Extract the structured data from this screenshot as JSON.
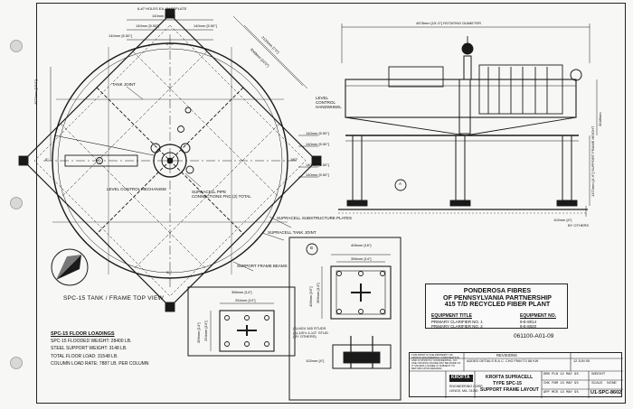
{
  "drawing": {
    "top_view_title": "SPC-15  TANK / FRAME TOP VIEW",
    "top_callouts": {
      "holes": "6-#7 HOLES EA. BASEPLATE",
      "dim_140_a": "140mm [5.50\"]",
      "dim_140_b": "140mm [5.50\"]",
      "dim_140_c": "140mm [5.50\"]",
      "dim_140_d": "140mm [5.50\"]",
      "dim_3048": "3048mm [10'0\"]",
      "dim_2134": "2134mm [7'0\"]",
      "dim_4572": "4572mm [15'0\"]",
      "angle_0": "0°",
      "angle_90": "90°",
      "angle_180": "180°",
      "angle_270": "270°",
      "tank_joint": "TANK JOINT",
      "level_control_mech": "LEVEL CONTROL MECHANISM",
      "pipe_connections": "SUPRACELL PIPE CONNECTIONS FNC (2) TOTAL",
      "substructure": "SUPRACELL SUBSTRUCTURE PLATES",
      "tank_joint_2": "SUPRACELL TANK JOINT",
      "frame_beams": "SUPPORT FRAME BEAMS"
    },
    "elevation_callouts": {
      "rotating_diameter": "4578mm [15'-0\"] ROTATING DIAMETER",
      "level_control": "LEVEL CONTROL HANDWHEEL",
      "dim_3048_v": "3048mm",
      "dim_1372": "1372mm [4'-6\"] SUPPORT FRAME HEIGHT",
      "dim_102": "102mm [4\"]",
      "by_others": "BY OTHERS",
      "dims_right": [
        "140mm [5.50\"]",
        "140mm [5.50\"]",
        "140mm [5.50\"]",
        "140mm [5.50\"]"
      ]
    },
    "detail_callouts": {
      "w1": "356mm [14\"]",
      "w2": "254mm [10\"]",
      "h1": "356mm [14\"]",
      "h2": "254mm [10\"]",
      "w3": "406mm [16\"]",
      "w4": "356mm [14\"]",
      "h3": "406mm [16\"]",
      "h4": "356mm [14\"]",
      "studs": "(6)-M24 165 STUDS (6)-1/8\"x 4-1/2\" STUD (BY OTHERS)",
      "dim_102b": "102mm [4\"]"
    },
    "marker_a": "A",
    "marker_b": "B"
  },
  "title_block": {
    "client_line1": "PONDEROSA FIBRES",
    "client_line2": "OF PENNSYLVANIA PARTNERSHIP",
    "client_line3": "415 T/D RECYCLED FIBER PLANT",
    "equipment_title_header": "EQUIPMENT TITLE",
    "equipment_no_header": "EQUIPMENT NO.",
    "rows": [
      {
        "title": "PRIMARY CLARIFIER NO. 1",
        "no": "9-E-8014"
      },
      {
        "title": "PRIMARY CLARIFIER NO. 2",
        "no": "9-E-8020"
      }
    ],
    "drawing_no": "061100-A01-09"
  },
  "floor_loadings": {
    "heading": "SPC-15 FLOOR LOADINGS",
    "lines": [
      "SPC-15 FLOODED WEIGHT: 28400 LB.",
      "STEEL SUPPORT WEIGHT: 3148 LB.",
      "TOTAL FLOOR LOAD: 31548 LB.",
      "COLUMN LOAD RATE: 7887 LB. PER COLUMN"
    ]
  },
  "revision_block": {
    "revisions_header": "REVISIONS",
    "rev_note": "ADDED DETAILS B & C. CHG FNM TO 88 KW",
    "rev_date": "12 JUN 95",
    "notice": "THIS PRINT IS THE PROPERTY OF KROFTA ENGINEERING CORPORATION AND IS STRICTLY CONFIDENTIAL. NO USE OR DISCLOSURE MAY BE MADE OF IT UNLESS LOANEE IS SUBJECT TO RETURN UPON DEMAND.",
    "company_logo": "KROFTA",
    "company_name": "ENGINEERING CORP.",
    "company_city": "LENOX, MA. 01240",
    "title_line1": "KROFTA SUPRACELL",
    "title_line2": "TYPE SPC-15",
    "title_line3": "SUPPORT FRAME LAYOUT",
    "drawn": "DRN  PLN  12 MAY 95",
    "checked": "CHK  FNM  13 MAY 95",
    "approved": "APP  MCR  13 MAY 95",
    "weight_label": "WEIGHT",
    "scale_label": "SCALE",
    "scale_value": "NONE",
    "dwg_number": "U1-SPC-8602"
  }
}
